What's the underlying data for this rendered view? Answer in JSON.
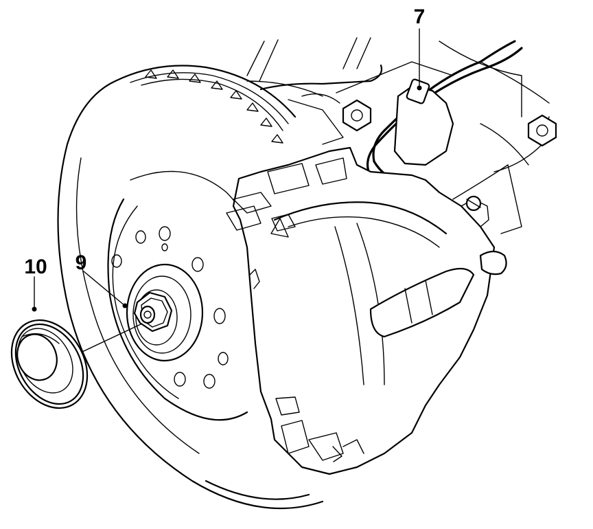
{
  "diagram": {
    "callouts": [
      {
        "id": "7",
        "label": "7"
      },
      {
        "id": "9",
        "label": "9"
      },
      {
        "id": "10",
        "label": "10"
      }
    ],
    "colors": {
      "line": "#000000",
      "background": "#ffffff"
    }
  }
}
